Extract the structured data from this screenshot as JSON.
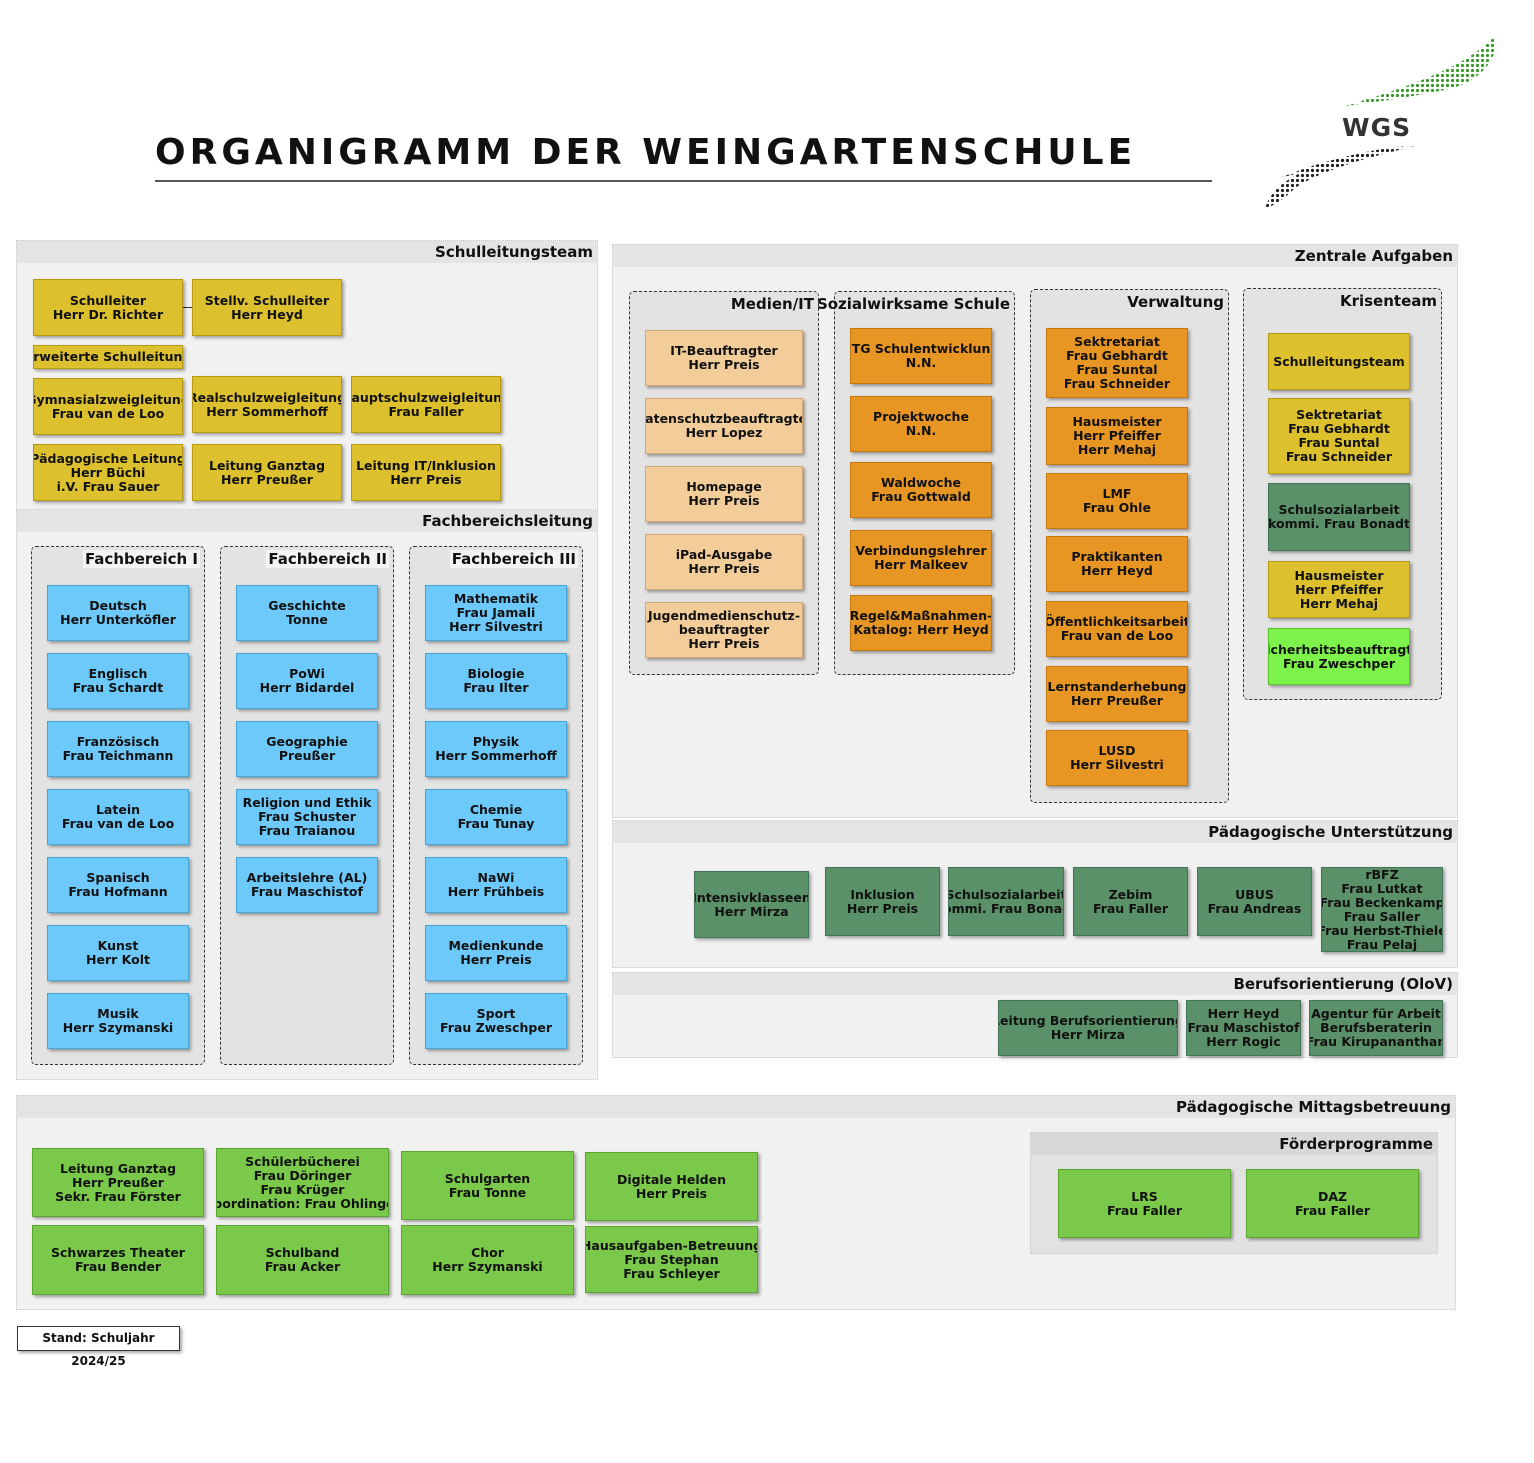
{
  "title": "ORGANIGRAMM DER WEINGARTENSCHULE",
  "logo_text": "WGS",
  "stand": "Stand: Schuljahr 2024/25",
  "schulleitung": {
    "header": "Schulleitungsteam",
    "schulleiter": [
      "Schulleiter",
      "Herr Dr. Richter"
    ],
    "stellv": [
      "Stellv. Schulleiter",
      "Herr Heyd"
    ],
    "erweitert": "Erweiterte Schulleitung",
    "gym": [
      "Gymnasialzweigleitung",
      "Frau van de Loo"
    ],
    "real": [
      "Realschulzweigleitung",
      "Herr Sommerhoff"
    ],
    "haupt": [
      "Hauptschulzweigleitung",
      "Frau Faller"
    ],
    "paed": [
      "Pädagogische Leitung",
      "Herr Büchi",
      "i.V. Frau Sauer"
    ],
    "ganztag": [
      "Leitung Ganztag",
      "Herr Preußer"
    ],
    "it": [
      "Leitung IT/Inklusion",
      "Herr Preis"
    ]
  },
  "fachbereich": {
    "header": "Fachbereichsleitung",
    "fb1": {
      "title": "Fachbereich I",
      "items": [
        [
          "Deutsch",
          "Herr Unterköfler"
        ],
        [
          "Englisch",
          "Frau Schardt"
        ],
        [
          "Französisch",
          "Frau Teichmann"
        ],
        [
          "Latein",
          "Frau van de Loo"
        ],
        [
          "Spanisch",
          "Frau Hofmann"
        ],
        [
          "Kunst",
          "Herr Kolt"
        ],
        [
          "Musik",
          "Herr Szymanski"
        ]
      ]
    },
    "fb2": {
      "title": "Fachbereich II",
      "items": [
        [
          "Geschichte",
          "Tonne"
        ],
        [
          "PoWi",
          "Herr Bidardel"
        ],
        [
          "Geographie",
          "Preußer"
        ],
        [
          "Religion und Ethik",
          "Frau Schuster",
          "Frau Traianou"
        ],
        [
          "Arbeitslehre (AL)",
          "Frau Maschistof"
        ]
      ]
    },
    "fb3": {
      "title": "Fachbereich III",
      "items": [
        [
          "Mathematik",
          "Frau Jamali",
          "Herr Silvestri"
        ],
        [
          "Biologie",
          "Frau Ilter"
        ],
        [
          "Physik",
          "Herr Sommerhoff"
        ],
        [
          "Chemie",
          "Frau Tunay"
        ],
        [
          "NaWi",
          "Herr Frühbeis"
        ],
        [
          "Medienkunde",
          "Herr Preis"
        ],
        [
          "Sport",
          "Frau Zweschper"
        ]
      ]
    }
  },
  "zentral": {
    "header": "Zentrale Aufgaben",
    "medien": {
      "title": "Medien/IT",
      "items": [
        [
          "IT-Beauftragter",
          "Herr Preis"
        ],
        [
          "Datenschutzbeauftragter",
          "Herr Lopez"
        ],
        [
          "Homepage",
          "Herr Preis"
        ],
        [
          "iPad-Ausgabe",
          "Herr Preis"
        ],
        [
          "Jugendmedienschutz-",
          "beauftragter",
          "Herr Preis"
        ]
      ]
    },
    "sozial": {
      "title": "Sozialwirksame Schule",
      "items": [
        [
          "STG Schulentwicklung",
          "N.N."
        ],
        [
          "Projektwoche",
          "N.N."
        ],
        [
          "Waldwoche",
          "Frau Gottwald"
        ],
        [
          "Verbindungslehrer",
          "Herr Malkeev"
        ],
        [
          "Regel&Maßnahmen-",
          "Katalog: Herr Heyd"
        ]
      ]
    },
    "verwaltung": {
      "title": "Verwaltung",
      "items": [
        [
          "Sektretariat",
          "Frau Gebhardt",
          "Frau Suntal",
          "Frau Schneider"
        ],
        [
          "Hausmeister",
          "Herr Pfeiffer",
          "Herr Mehaj"
        ],
        [
          "LMF",
          "Frau Ohle"
        ],
        [
          "Praktikanten",
          "Herr Heyd"
        ],
        [
          "Öffentlichkeitsarbeit",
          "Frau van de Loo"
        ],
        [
          "Lernstanderhebung",
          "Herr Preußer"
        ],
        [
          "LUSD",
          "Herr Silvestri"
        ]
      ]
    },
    "krisen": {
      "title": "Krisenteam",
      "items": [
        [
          "Schulleitungsteam"
        ],
        [
          "Sektretariat",
          "Frau Gebhardt",
          "Frau Suntal",
          "Frau Schneider"
        ],
        [
          "Schulsozialarbeit",
          "kommi. Frau Bonadt"
        ],
        [
          "Hausmeister",
          "Herr Pfeiffer",
          "Herr Mehaj"
        ],
        [
          "Sicherheitsbeauftragte",
          "Frau Zweschper"
        ]
      ]
    }
  },
  "paed_unterstuetzung": {
    "header": "Pädagogische Unterstützung",
    "items": [
      [
        "Intensivklasseen",
        "Herr Mirza"
      ],
      [
        "Inklusion",
        "Herr Preis"
      ],
      [
        "Schulsozialarbeit",
        "kommi. Frau Bonadt"
      ],
      [
        "Zebim",
        "Frau Faller"
      ],
      [
        "UBUS",
        "Frau Andreas"
      ],
      [
        "rBFZ",
        "Frau Lutkat",
        "Frau Beckenkamp",
        "Frau Saller",
        "Frau Herbst-Thiele",
        "Frau Pelaj"
      ]
    ]
  },
  "berufsorientierung": {
    "header": "Berufsorientierung (OloV)",
    "items": [
      [
        "Leitung Berufsorientierung",
        "Herr Mirza"
      ],
      [
        "Herr Heyd",
        "Frau Maschistof",
        "Herr Rogic"
      ],
      [
        "Agentur für Arbeit",
        "Berufsberaterin",
        "Frau Kirupananthan"
      ]
    ]
  },
  "mittag": {
    "header": "Pädagogische Mittagsbetreuung",
    "items": [
      [
        "Leitung Ganztag",
        "Herr Preußer",
        "Sekr. Frau Förster"
      ],
      [
        "Schülerbücherei",
        "Frau Döringer",
        "Frau Krüger",
        "Koordination: Frau Ohlinger"
      ],
      [
        "Schulgarten",
        "Frau Tonne"
      ],
      [
        "Digitale Helden",
        "Herr Preis"
      ],
      [
        "Schwarzes Theater",
        "Frau Bender"
      ],
      [
        "Schulband",
        "Frau Acker"
      ],
      [
        "Chor",
        "Herr Szymanski"
      ],
      [
        "Hausaufgaben-Betreuung",
        "Frau Stephan",
        "Frau Schleyer"
      ]
    ],
    "foerder": {
      "header": "Förderprogramme",
      "items": [
        [
          "LRS",
          "Frau Faller"
        ],
        [
          "DAZ",
          "Frau Faller"
        ]
      ]
    }
  },
  "colors": {
    "leitung": "#dcc02e",
    "fachbereich": "#6ec9fb",
    "medien": "#f2cd9a",
    "sozial_verwaltung": "#e89623",
    "unterstuetzung": "#5b9168",
    "mittag": "#7ac94a",
    "sicherheit": "#7cf24a"
  }
}
